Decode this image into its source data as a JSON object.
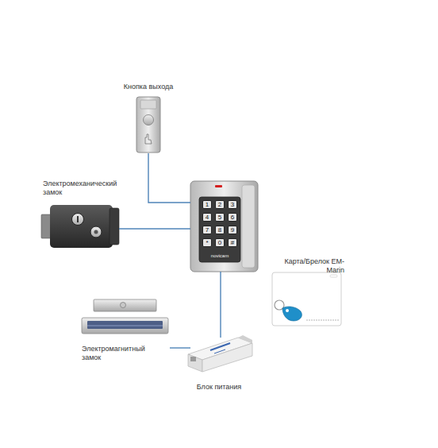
{
  "diagram": {
    "nodes": [
      {
        "text": [
          "Кнопка выхода"
        ]
      },
      {
        "text": [
          "Электромеханический замок"
        ]
      },
      {
        "text": [
          "1",
          "2",
          "3",
          "4",
          "5",
          "6",
          "7",
          "8",
          "9",
          "*",
          "0",
          "#",
          "novicam"
        ]
      },
      {
        "text": [
          "Карта/Брелок EM-Marin"
        ]
      },
      {
        "text": [
          "Электромагнитный замок"
        ]
      },
      {
        "text": [
          "Блок питания"
        ]
      }
    ],
    "edges": [
      {
        "from": 0,
        "to": 2,
        "arrow": "none"
      },
      {
        "from": 1,
        "to": 2,
        "arrow": "none"
      },
      {
        "from": 4,
        "to": 2,
        "arrow": "none"
      },
      {
        "from": 5,
        "to": 2,
        "arrow": "none"
      }
    ]
  }
}
